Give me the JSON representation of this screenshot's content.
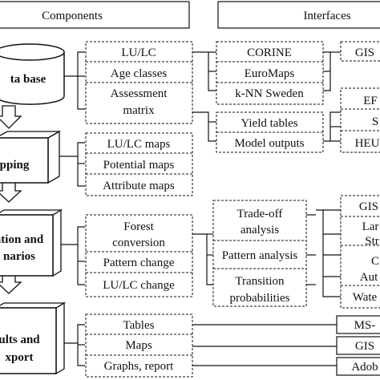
{
  "headers": {
    "components": "Components",
    "interfaces": "Interfaces"
  },
  "modules": {
    "database": "ta base",
    "mapping": "pping",
    "simulation": [
      "ation and",
      "narios"
    ],
    "results": [
      "ults and",
      "xport"
    ]
  },
  "components": {
    "database": [
      "LU/LC",
      "Age classes",
      [
        "Assessment",
        "matrix"
      ]
    ],
    "mapping": [
      "LU/LC maps",
      "Potential maps",
      "Attribute maps"
    ],
    "simulation": [
      [
        "Forest",
        "conversion"
      ],
      "Pattern change",
      "LU/LC change"
    ],
    "results": [
      "Tables",
      "Maps",
      "Graphs, report"
    ]
  },
  "interfaces": {
    "data": [
      "CORINE",
      "EuroMaps",
      "k-NN Sweden"
    ],
    "models": [
      "Yield tables",
      "Model outputs"
    ],
    "analysis": [
      [
        "Trade-off",
        "analysis"
      ],
      "Pattern analysis",
      [
        "Transition",
        "probabilities"
      ]
    ]
  },
  "external_tools": {
    "group1": [
      "GIS"
    ],
    "group2": [
      "EF",
      "S",
      "HEU"
    ],
    "group3": [
      "GIS",
      "Lar",
      "Str",
      "C",
      "Aut",
      "Wate"
    ],
    "group4": [
      "MS-",
      "GIS",
      "Adob"
    ]
  }
}
